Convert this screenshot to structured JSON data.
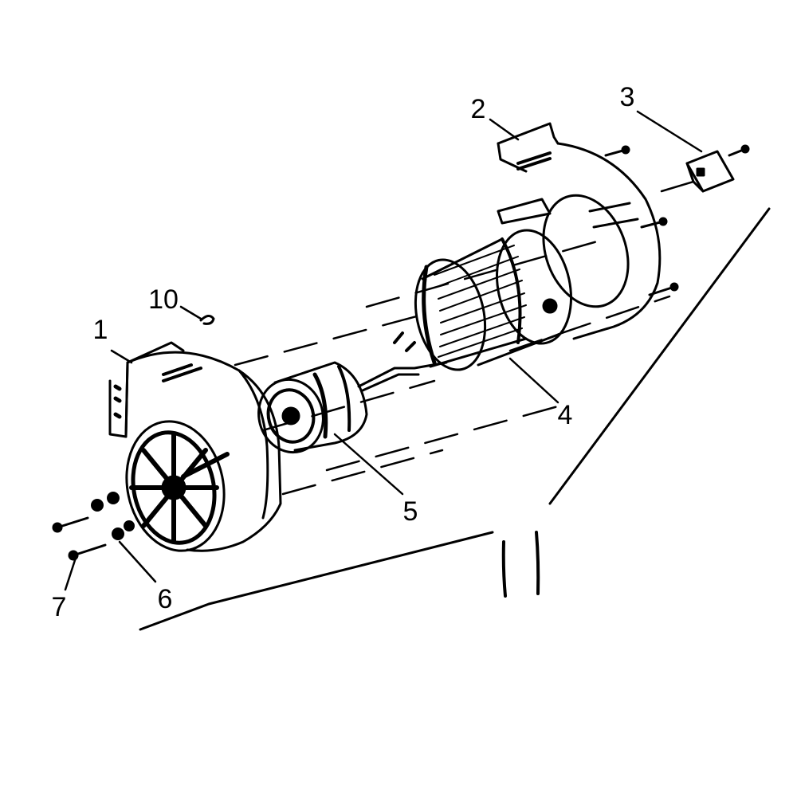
{
  "diagram": {
    "ink_color": "#000000",
    "background_color": "#ffffff",
    "callouts": [
      "1",
      "2",
      "3",
      "4",
      "5",
      "6",
      "7",
      "10"
    ],
    "parts": {
      "1": "housing-front-half",
      "2": "housing-rear-half",
      "3": "bracket",
      "4": "blower-wheel",
      "5": "motor",
      "6": "isolator-grommet",
      "7": "screw",
      "10": "clip"
    }
  }
}
